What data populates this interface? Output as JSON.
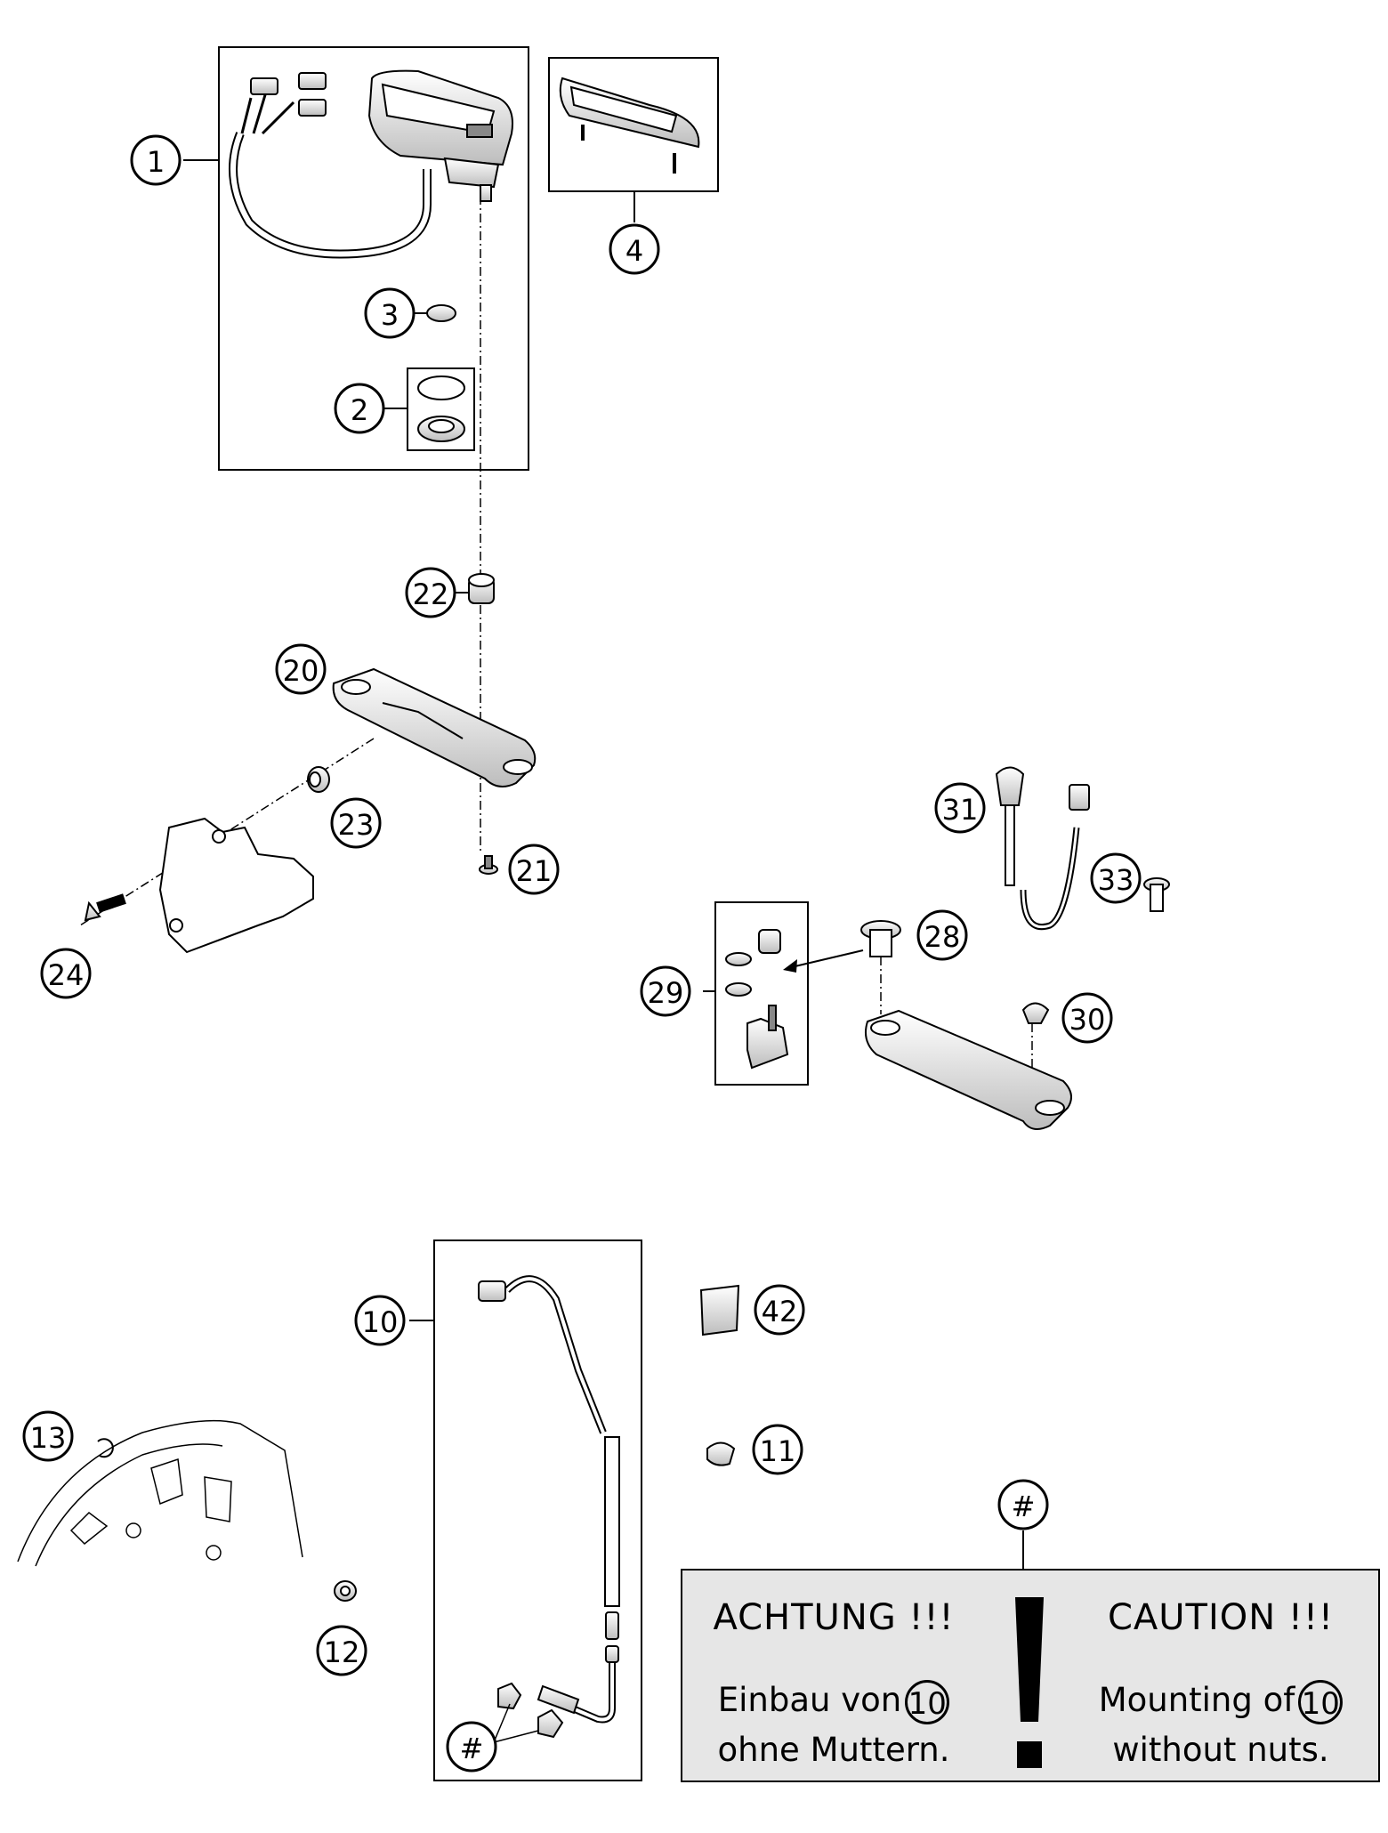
{
  "callouts": {
    "c1": "1",
    "c2": "2",
    "c3": "3",
    "c4": "4",
    "c10": "10",
    "c11": "11",
    "c12": "12",
    "c13": "13",
    "c20": "20",
    "c21": "21",
    "c22": "22",
    "c23": "23",
    "c24": "24",
    "c28": "28",
    "c29": "29",
    "c30": "30",
    "c31": "31",
    "c33": "33",
    "c42": "42",
    "hash_top": "#",
    "hash_bottom": "#"
  },
  "warning": {
    "de_title": "ACHTUNG !!!",
    "de_line1": "Einbau von",
    "de_line2": "ohne Muttern.",
    "en_title": "CAUTION !!!",
    "en_line1": "Mounting of",
    "en_line2": "without nuts.",
    "ref": "10"
  },
  "colors": {
    "ink": "#000000",
    "note_bg": "#e6e6e6",
    "part_fill": "#f2f2f2"
  }
}
